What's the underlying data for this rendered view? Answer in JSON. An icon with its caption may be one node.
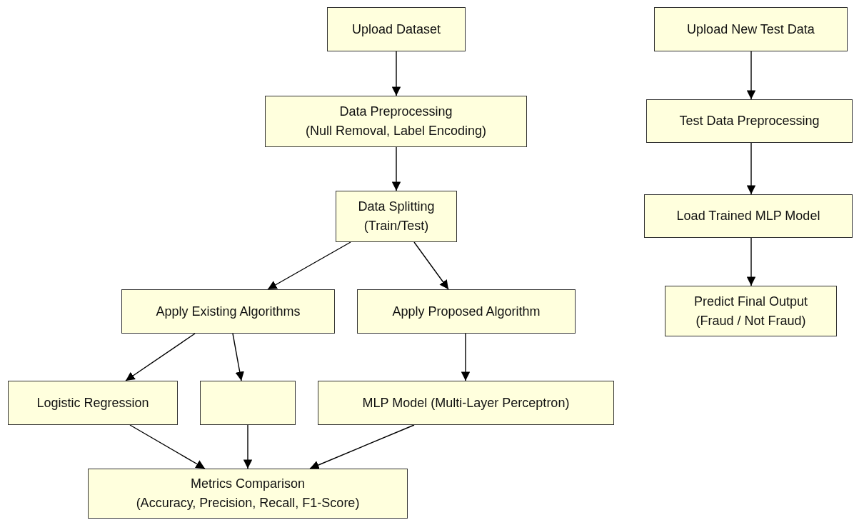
{
  "diagram": {
    "nodes": [
      {
        "text": [
          "Upload Dataset"
        ]
      },
      {
        "text": [
          "Data Preprocessing (Null Removal, Label Encoding)"
        ]
      },
      {
        "text": [
          "Data Splitting (Train/Test)"
        ]
      },
      {
        "text": [
          "Apply Existing Algorithms"
        ]
      },
      {
        "text": [
          "Apply Proposed Algorithm"
        ]
      },
      {
        "text": [
          "Logistic Regression"
        ]
      },
      {
        "text": [],
        "shape": "box"
      },
      {
        "text": [
          "MLP Model (Multi-Layer Perceptron)"
        ]
      },
      {
        "text": [
          "Metrics Comparison (Accuracy, Precision, Recall, F1-Score)"
        ]
      },
      {
        "text": [
          "Upload New Test Data"
        ]
      },
      {
        "text": [
          "Test Data Preprocessing"
        ]
      },
      {
        "text": [
          "Load Trained MLP Model"
        ]
      },
      {
        "text": [
          "Predict Final Output (Fraud / Not Fraud)"
        ]
      }
    ],
    "edges": [
      {
        "from": 0,
        "to": 1,
        "arrow": "to"
      },
      {
        "from": 1,
        "to": 2,
        "arrow": "to"
      },
      {
        "from": 2,
        "to": 3,
        "arrow": "to"
      },
      {
        "from": 2,
        "to": 4,
        "arrow": "to"
      },
      {
        "from": 3,
        "to": 5,
        "arrow": "to"
      },
      {
        "from": 3,
        "to": 6,
        "arrow": "to"
      },
      {
        "from": 4,
        "to": 7,
        "arrow": "to"
      },
      {
        "from": 5,
        "to": 8,
        "arrow": "to"
      },
      {
        "from": 6,
        "to": 8,
        "arrow": "to"
      },
      {
        "from": 7,
        "to": 8,
        "arrow": "to"
      },
      {
        "from": 9,
        "to": 10,
        "arrow": "to"
      },
      {
        "from": 10,
        "to": 11,
        "arrow": "to"
      },
      {
        "from": 11,
        "to": 12,
        "arrow": "to"
      }
    ]
  }
}
